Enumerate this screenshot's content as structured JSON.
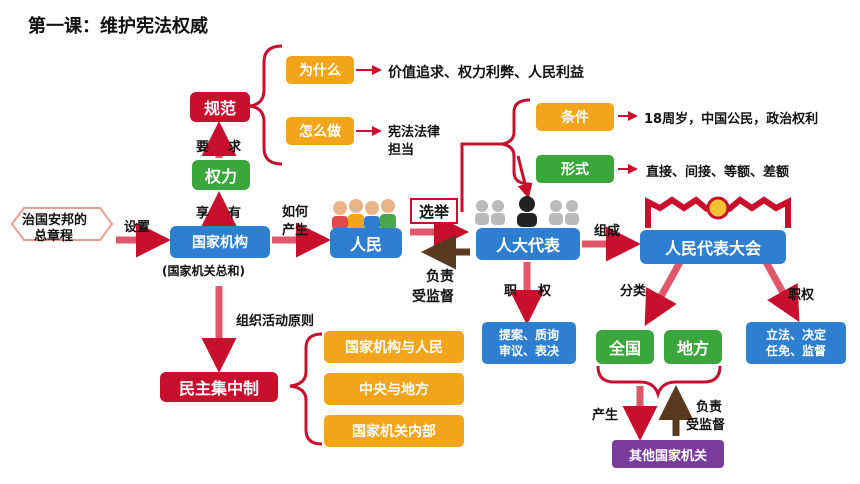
{
  "title": "第一课：维护宪法权威",
  "root": {
    "line1": "治国安邦的",
    "line2": "总章程"
  },
  "labels": {
    "shezhi": "设置",
    "guojia_jigou": "国家机构",
    "guojia_jigou_sub": "(国家机关总和)",
    "xiang": "享",
    "you": "有",
    "quanli": "权力",
    "yao": "要",
    "qiu": "求",
    "guifan": "规范",
    "weishenme": "为什么",
    "weishenme_ans": "价值追求、权力利弊、人民利益",
    "zenmezuo": "怎么做",
    "zenmezuo_ans1": "宪法法律",
    "zenmezuo_ans2": "担当",
    "ruhe": "如何",
    "chansheng": "产生",
    "renmin": "人民",
    "xuanju": "选举",
    "fuze1": "负责",
    "jiandu1": "受监督",
    "rd_daibiao": "人大代表",
    "tiaojian": "条件",
    "tiaojian_ans": "18周岁，中国公民，政治权利",
    "xingshi": "形式",
    "xingshi_ans": "直接、间接、等额、差额",
    "zucheng": "组成",
    "rd_dahui": "人民代表大会",
    "zhi1": "职",
    "quan1": "权",
    "dbq_line1": "提案、质询",
    "dbq_line2": "审议、表决",
    "fenlei": "分类",
    "quanguo": "全国",
    "difang": "地方",
    "zhiquan2": "职权",
    "dhq_line1": "立法、决定",
    "dhq_line2": "任免、监督",
    "chansheng2": "产生",
    "fuze2": "负责",
    "jiandu2": "受监督",
    "qita": "其他国家机关",
    "zuzhi": "组织活动原则",
    "mzjz": "民主集中制",
    "p1": "国家机构与人民",
    "p2": "中央与地方",
    "p3": "国家机关内部"
  },
  "colors": {
    "red": "#c8102e",
    "green": "#3aa63c",
    "blue": "#2f7fd1",
    "orange": "#f2a41a",
    "purple": "#7a3c9a"
  },
  "icons": [
    "people-icon",
    "delegates-icon",
    "congress-flags-icon"
  ]
}
